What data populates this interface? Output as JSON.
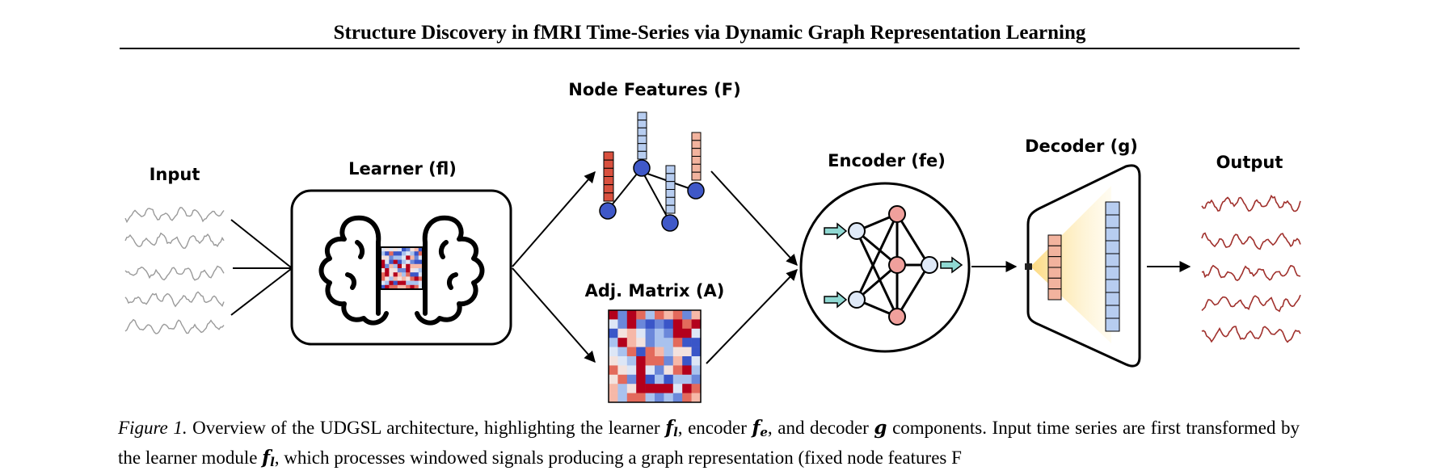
{
  "header": {
    "title": "Structure Discovery in fMRI Time-Series via Dynamic Graph Representation Learning"
  },
  "figure": {
    "labels": {
      "input": "Input",
      "learner": "Learner (fl)",
      "node_features": "Node Features (F)",
      "adj_matrix": "Adj. Matrix (A)",
      "encoder": "Encoder (fe)",
      "decoder": "Decoder (g)",
      "output": "Output"
    },
    "colors": {
      "input_signal": "#9a9a9a",
      "output_signal": "#a0302c",
      "node_blue": "#3f58c8",
      "encoder_pink": "#f0a09c",
      "encoder_lightblue": "#dfe9f7",
      "arrow_teal": "#8fd8d2",
      "decoder_glow": "#fde7a4",
      "matrix_red": "#b3001c",
      "matrix_blue": "#3a56c8"
    },
    "icons": [
      "brain-icon",
      "graph-icon",
      "heatmap-icon",
      "neural-network-icon",
      "decoder-trapezoid-icon"
    ]
  },
  "caption": {
    "figure_label": "Figure 1.",
    "line1_a": "Overview of the UDGSL architecture, highlighting the learner",
    "sym_l": "f",
    "sub_l": "l",
    "line1_b": ", encoder",
    "sym_e": "f",
    "sub_e": "e",
    "line1_c": ", and decoder",
    "sym_g": "g",
    "line1_d": "components. Input time series are",
    "line2_a": "first transformed by the learner module",
    "sym_l2": "f",
    "sub_l2": "l",
    "line2_b": ", which processes windowed signals producing a graph representation (fixed node features F"
  }
}
